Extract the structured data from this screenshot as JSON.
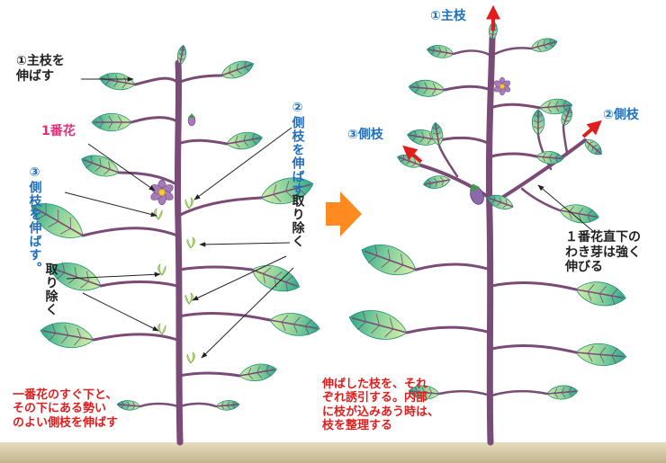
{
  "left": {
    "main_branch": "①主枝を\n伸ばす",
    "first_flower": "1番花",
    "side_branch_3": "③側枝を伸ばす。",
    "side_branch_2": "②側枝を伸ばす",
    "remove_right": "取り除く",
    "remove_left": "取り除く",
    "caption": "一番花のすぐ下と、\nその下にある勢い\nのよい側枝を伸ばす"
  },
  "right": {
    "main_branch": "①主枝",
    "side_branch_3": "③側枝",
    "side_branch_2": "②側枝",
    "bud_note": "１番花直下の\nわき芽は強く\n伸びる",
    "caption": "伸ばした枝を、それ\nぞれ誘引する。内部\nに枝が込みあう時は、\n枝を整理する"
  },
  "colors": {
    "stem": "#7a4b77",
    "leaf_light": "#d4f0a8",
    "leaf_dark": "#2aa888",
    "flower": "#a87bb8",
    "stamen": "#f2cc2a",
    "ground": "#cbbd97",
    "arrow_orange": "#ff8a1f",
    "arrow_red": "#e01e1e",
    "text_blue": "#1f6fbf",
    "text_magenta": "#e0307a",
    "text_red": "#e01e1e"
  }
}
